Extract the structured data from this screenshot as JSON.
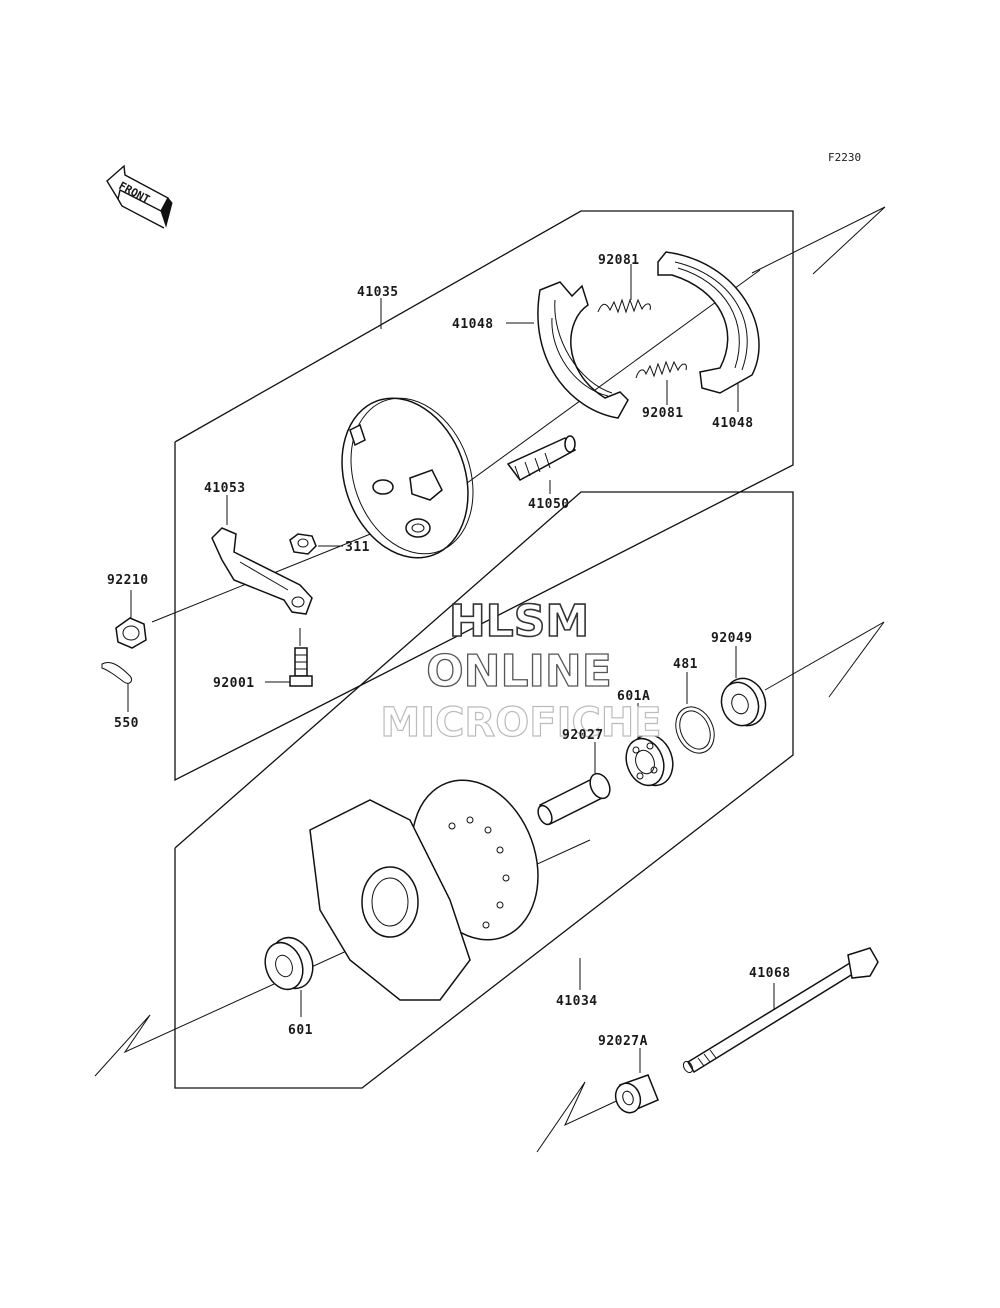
{
  "figure_code": "F2230",
  "direction_label": "FRONT",
  "watermark": {
    "line1": "HLSM",
    "line2": "ONLINE",
    "line3": "MICROFICHE"
  },
  "parts": {
    "p41035": "41035",
    "p41048_top": "41048",
    "p41048_bottom": "41048",
    "p92081_top": "92081",
    "p92081_bottom": "92081",
    "p41053": "41053",
    "p41050": "41050",
    "p311": "311",
    "p92210": "92210",
    "p92001": "92001",
    "p550": "550",
    "p92049": "92049",
    "p481": "481",
    "p601A": "601A",
    "p92027": "92027",
    "p41034": "41034",
    "p601": "601",
    "p41068": "41068",
    "p92027A": "92027A"
  }
}
